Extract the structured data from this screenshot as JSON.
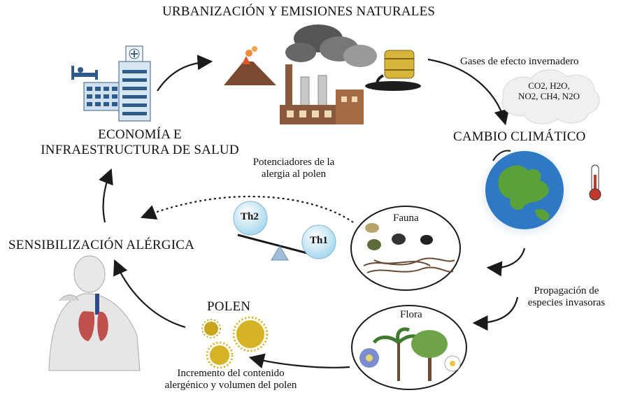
{
  "title": "URBANIZACIÓN Y EMISIONES NATURALES",
  "nodes": {
    "economia_line1": "ECONOMÍA E",
    "economia_line2": "INFRAESTRUCTURA DE SALUD",
    "cambio": "CAMBIO CLIMÁTICO",
    "sensibilizacion": "SENSIBILIZACIÓN ALÉRGICA",
    "polen": "POLEN"
  },
  "edges": {
    "gases": "Gases de efecto invernadero",
    "gas_list_line1": "CO2, H2O,",
    "gas_list_line2": "NO2, CH4, N2O",
    "potenciadores_line1": "Potenciadores de la",
    "potenciadores_line2": "alergia al polen",
    "propagacion_line1": "Propagación de",
    "propagacion_line2": "especies invasoras",
    "incremento_line1": "Incremento del contenido",
    "incremento_line2": "alergénico y volumen del polen"
  },
  "bubbles": {
    "fauna": "Fauna",
    "flora": "Flora",
    "th2": "Th2",
    "th1": "Th1"
  },
  "colors": {
    "arrow": "#1a1a1a",
    "earth_ocean": "#2f78c4",
    "earth_land": "#5aa13a",
    "th_bubble": "#bfe3f2",
    "factory": "#8a5a3c",
    "smoke": "#777777",
    "lung": "#c0504d"
  }
}
